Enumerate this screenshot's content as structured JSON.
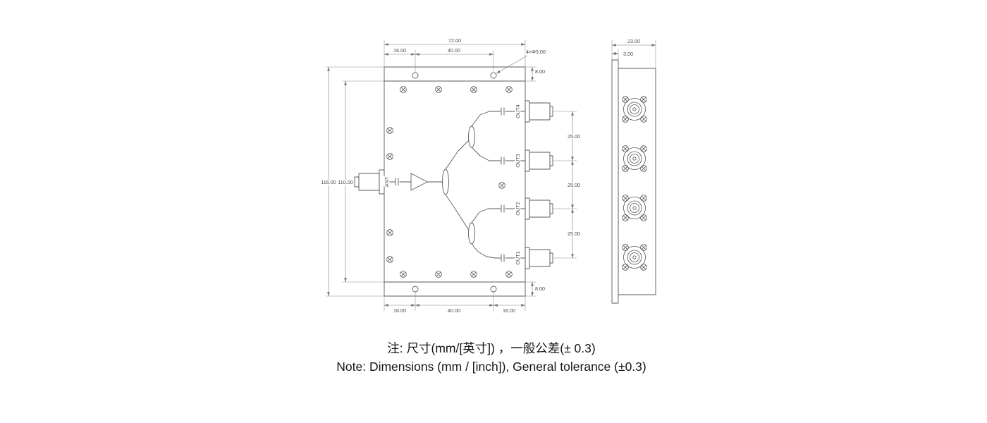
{
  "front_view": {
    "dims": {
      "overall_width": "72.00",
      "top_offset_left": "16.00",
      "top_hole_span": "40.00",
      "hole_callout": "4×Φ3.00",
      "tab_height_top": "8.00",
      "tab_height_bottom": "8.00",
      "port_spacing": [
        "25.00",
        "25.00",
        "25.00"
      ],
      "overall_height": "116.00",
      "body_height": "110.00",
      "bottom_offset_left": "16.00",
      "bottom_hole_span": "40.00",
      "bottom_offset_right": "16.00"
    },
    "ports": {
      "input_label": "ANT",
      "output_labels": [
        "OUT4",
        "OUT3",
        "OUT2",
        "OUT1"
      ]
    }
  },
  "side_view": {
    "dims": {
      "depth": "23.00",
      "cover_thickness": "3.00"
    }
  },
  "notes": {
    "line_cn": "注: 尺寸(mm/[英寸]) ，一般公差(± 0.3)",
    "line_en": "Note: Dimensions (mm / [inch]), General tolerance (±0.3)"
  }
}
